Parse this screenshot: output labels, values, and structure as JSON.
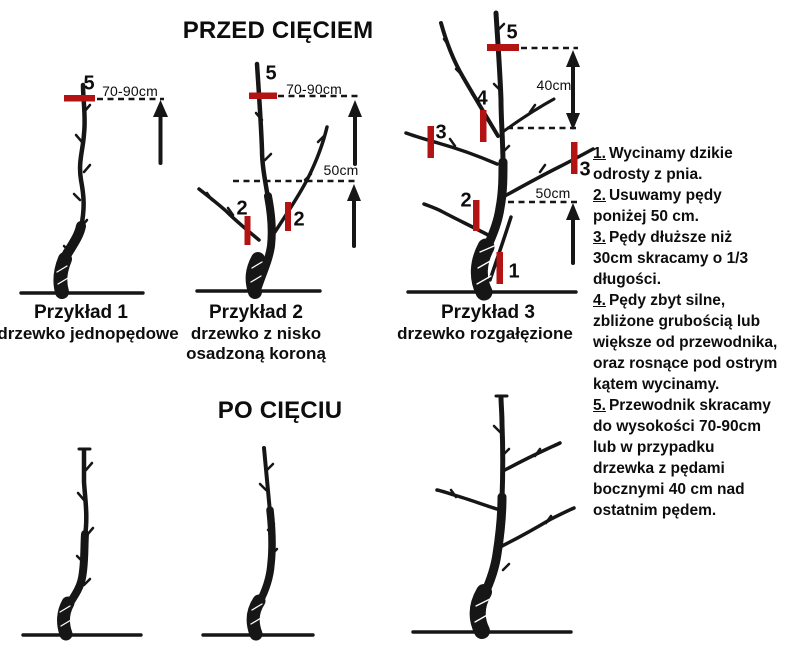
{
  "colors": {
    "ink": "#161616",
    "red": "#b31313",
    "bg": "#ffffff"
  },
  "sections": {
    "before_title": "PRZED CIĘCIEM",
    "after_title": "PO CIĘCIU"
  },
  "examples": [
    {
      "name": "Przykład 1",
      "desc": "drzewko jednopędowe"
    },
    {
      "name": "Przykład 2",
      "desc": "drzewko z nisko osadzoną koroną"
    },
    {
      "name": "Przykład 3",
      "desc": "drzewko rozgałęzione"
    }
  ],
  "markers": {
    "t1_5": "5",
    "t2_5": "5",
    "t2_2l": "2",
    "t2_2r": "2",
    "t3_5": "5",
    "t3_4": "4",
    "t3_3l": "3",
    "t3_3r": "3",
    "t3_2": "2",
    "t3_1": "1"
  },
  "measurements": {
    "t1_7090": "70-90cm",
    "t2_7090": "70-90cm",
    "t2_50": "50cm",
    "t3_40": "40cm",
    "t3_50": "50cm"
  },
  "instructions": [
    {
      "num": "1.",
      "text": "Wycinamy dzikie\nodrosty z pnia."
    },
    {
      "num": "2.",
      "text": "Usuwamy pędy\nponiżej 50 cm."
    },
    {
      "num": "3.",
      "text": "Pędy dłuższe niż\n30cm skracamy o 1/3\ndługości."
    },
    {
      "num": "4.",
      "text": "Pędy zbyt silne,\nzbliżone grubością lub\nwiększe od przewodnika,\noraz rosnące pod ostrym\nkątem wycinamy."
    },
    {
      "num": "5.",
      "text": "Przewodnik skracamy\ndo wysokości 70-90cm\nlub w przypadku\ndrzewka z pędami\nbocznymi 40 cm nad\nostatnim pędem."
    }
  ]
}
